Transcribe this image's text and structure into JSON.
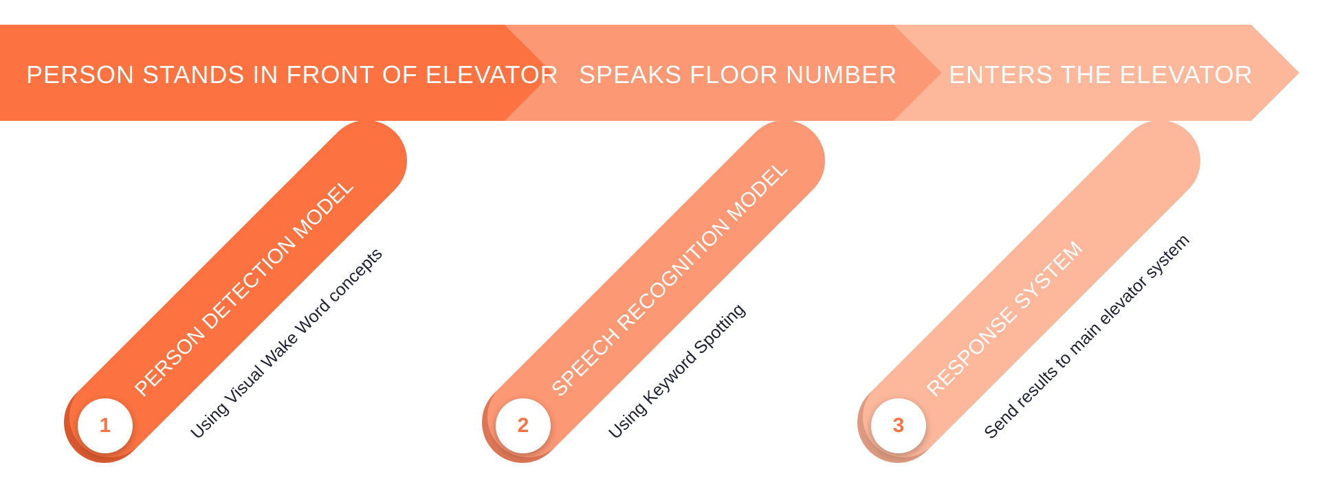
{
  "steps": [
    {
      "label": "PERSON STANDS IN FRONT OF ELEVATOR",
      "color": "#fc7341"
    },
    {
      "label": "SPEAKS FLOOR NUMBER",
      "color": "#fd9874"
    },
    {
      "label": "ENTERS THE ELEVATOR",
      "color": "#fdb89c"
    }
  ],
  "stages": [
    {
      "number": "1",
      "title": "PERSON DETECTION MODEL",
      "subtitle": "Using Visual Wake Word concepts",
      "color": "#fc7341",
      "shadow": "#d9592f",
      "number_color": "#fc7341"
    },
    {
      "number": "2",
      "title": "SPEECH RECOGNITION MODEL",
      "subtitle": "Using Keyword Spotting",
      "color": "#fd9874",
      "shadow": "#dd7656",
      "number_color": "#fc7341"
    },
    {
      "number": "3",
      "title": "RESPONSE SYSTEM",
      "subtitle": "Send results to main elevator system",
      "color": "#fdb89c",
      "shadow": "#dd9a80",
      "number_color": "#fc7341"
    }
  ]
}
